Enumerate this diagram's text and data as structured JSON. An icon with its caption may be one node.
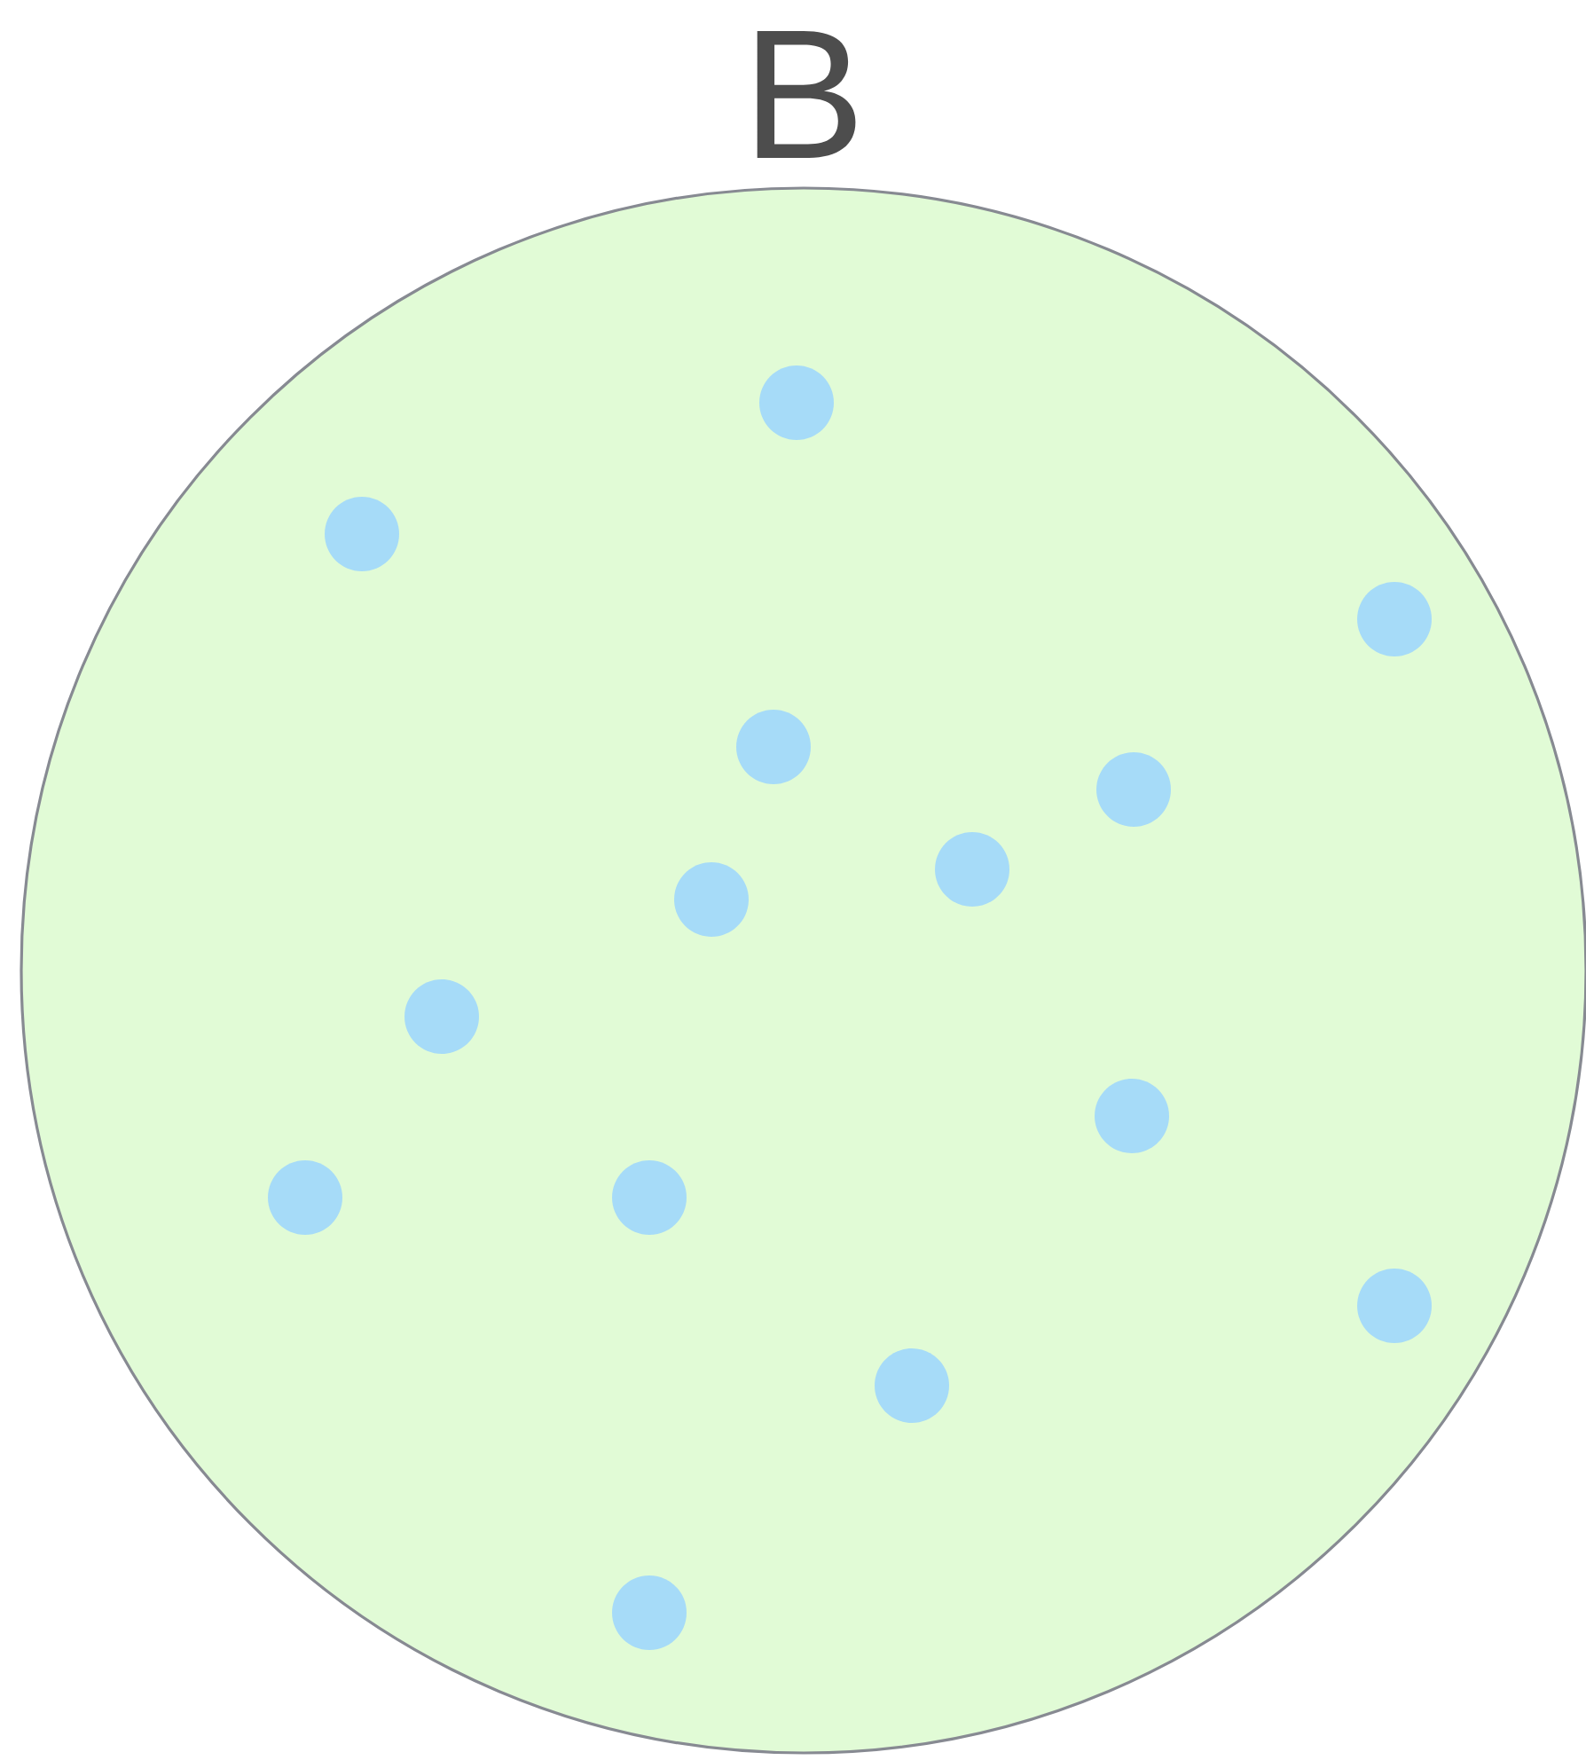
{
  "diagram": {
    "nodes": [
      {
        "text": [
          "B"
        ]
      },
      {
        "text": [],
        "shape": "circle",
        "in": 0
      },
      {
        "text": [],
        "shape": "circle",
        "in": 0
      },
      {
        "text": [],
        "shape": "circle",
        "in": 0
      },
      {
        "text": [],
        "shape": "circle",
        "in": 0
      },
      {
        "text": [],
        "shape": "circle",
        "in": 0
      },
      {
        "text": [],
        "shape": "circle",
        "in": 0
      },
      {
        "text": [],
        "shape": "circle",
        "in": 0
      },
      {
        "text": [],
        "shape": "circle",
        "in": 0
      },
      {
        "text": [],
        "shape": "circle",
        "in": 0
      },
      {
        "text": [],
        "shape": "circle",
        "in": 0
      },
      {
        "text": [],
        "shape": "circle",
        "in": 0
      },
      {
        "text": [],
        "shape": "circle",
        "in": 0
      },
      {
        "text": [],
        "shape": "circle",
        "in": 0
      },
      {
        "text": [],
        "shape": "circle",
        "in": 0
      }
    ]
  }
}
